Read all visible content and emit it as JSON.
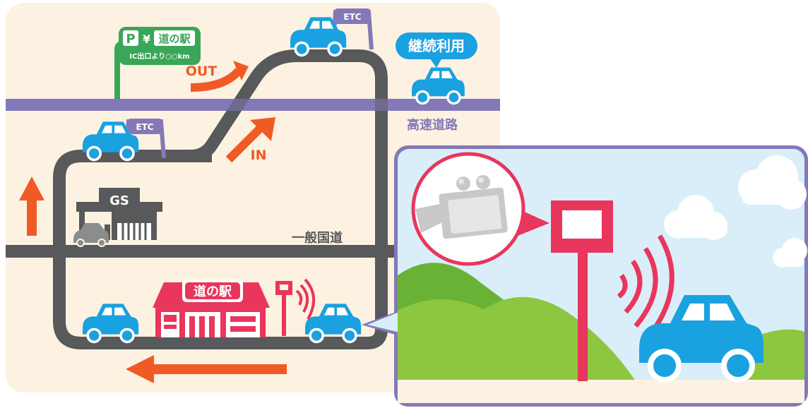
{
  "labels": {
    "highway": "高速道路",
    "national_road": "一般国道",
    "continue_use": "継続利用",
    "out": "OUT",
    "in": "IN",
    "gas_station": "GS",
    "etc_upper": "ETC",
    "etc_lower": "ETC",
    "roadside_station": "道の駅",
    "sign_parking": "P",
    "sign_name": "道の駅",
    "sign_distance": "IC出口より○○km"
  },
  "colors": {
    "background": "#fdf2e1",
    "road": "#58595b",
    "highway": "#8478b8",
    "car": "#1aa1e0",
    "arrow": "#f15a24",
    "station": "#e8365d",
    "sign_green": "#3aa657",
    "sky": "#d9eef9",
    "grass": "#8dc63f",
    "hill": "#6ab236"
  },
  "icons": [
    "car-icon",
    "etc-gate-icon",
    "gas-station-icon",
    "roadside-station-icon",
    "its-spot-antenna-icon",
    "cloud-icon",
    "arrow-icon"
  ]
}
